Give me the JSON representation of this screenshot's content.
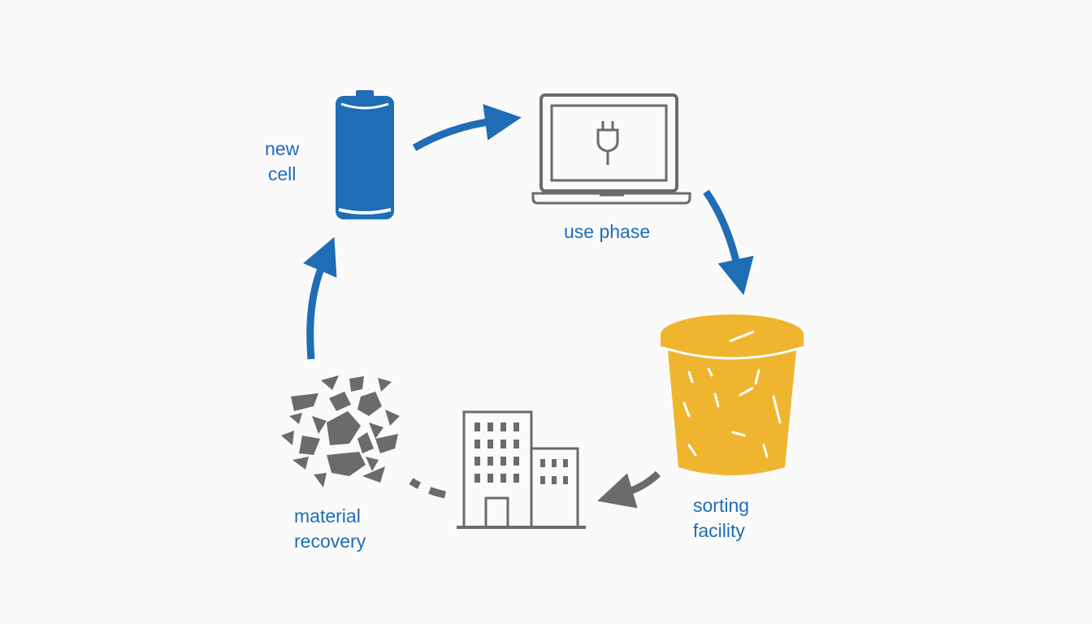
{
  "diagram": {
    "stages": [
      {
        "id": "new-cell",
        "lines": [
          "new",
          "cell"
        ],
        "icon": "battery-icon",
        "color": "#1f6db5"
      },
      {
        "id": "use-phase",
        "lines": [
          "use phase"
        ],
        "icon": "laptop-plug-icon",
        "color": "#1f6db5"
      },
      {
        "id": "sorting-facility",
        "lines": [
          "sorting",
          "facility"
        ],
        "icon": "bin-icon",
        "color": "#1f6db5"
      },
      {
        "id": "material-recovery",
        "lines": [
          "material",
          "recovery"
        ],
        "icon": "shredded-fragments-icon",
        "color": "#1f6db5"
      }
    ],
    "connectors": [
      {
        "from": "new-cell",
        "to": "use-phase",
        "style": "solid",
        "color": "#1f6db5"
      },
      {
        "from": "use-phase",
        "to": "sorting-facility",
        "style": "solid",
        "color": "#1f6db5"
      },
      {
        "from": "sorting-facility",
        "to": "facility-building",
        "style": "solid",
        "color": "#6b6b6b"
      },
      {
        "from": "facility-building",
        "to": "material-recovery",
        "style": "dashed",
        "color": "#6b6b6b"
      },
      {
        "from": "material-recovery",
        "to": "new-cell",
        "style": "solid",
        "color": "#1f6db5"
      }
    ],
    "colors": {
      "accent_blue": "#1f6db5",
      "bin_yellow": "#f0b52e",
      "icon_gray": "#6b6b6b",
      "background": "#fafafa"
    }
  }
}
